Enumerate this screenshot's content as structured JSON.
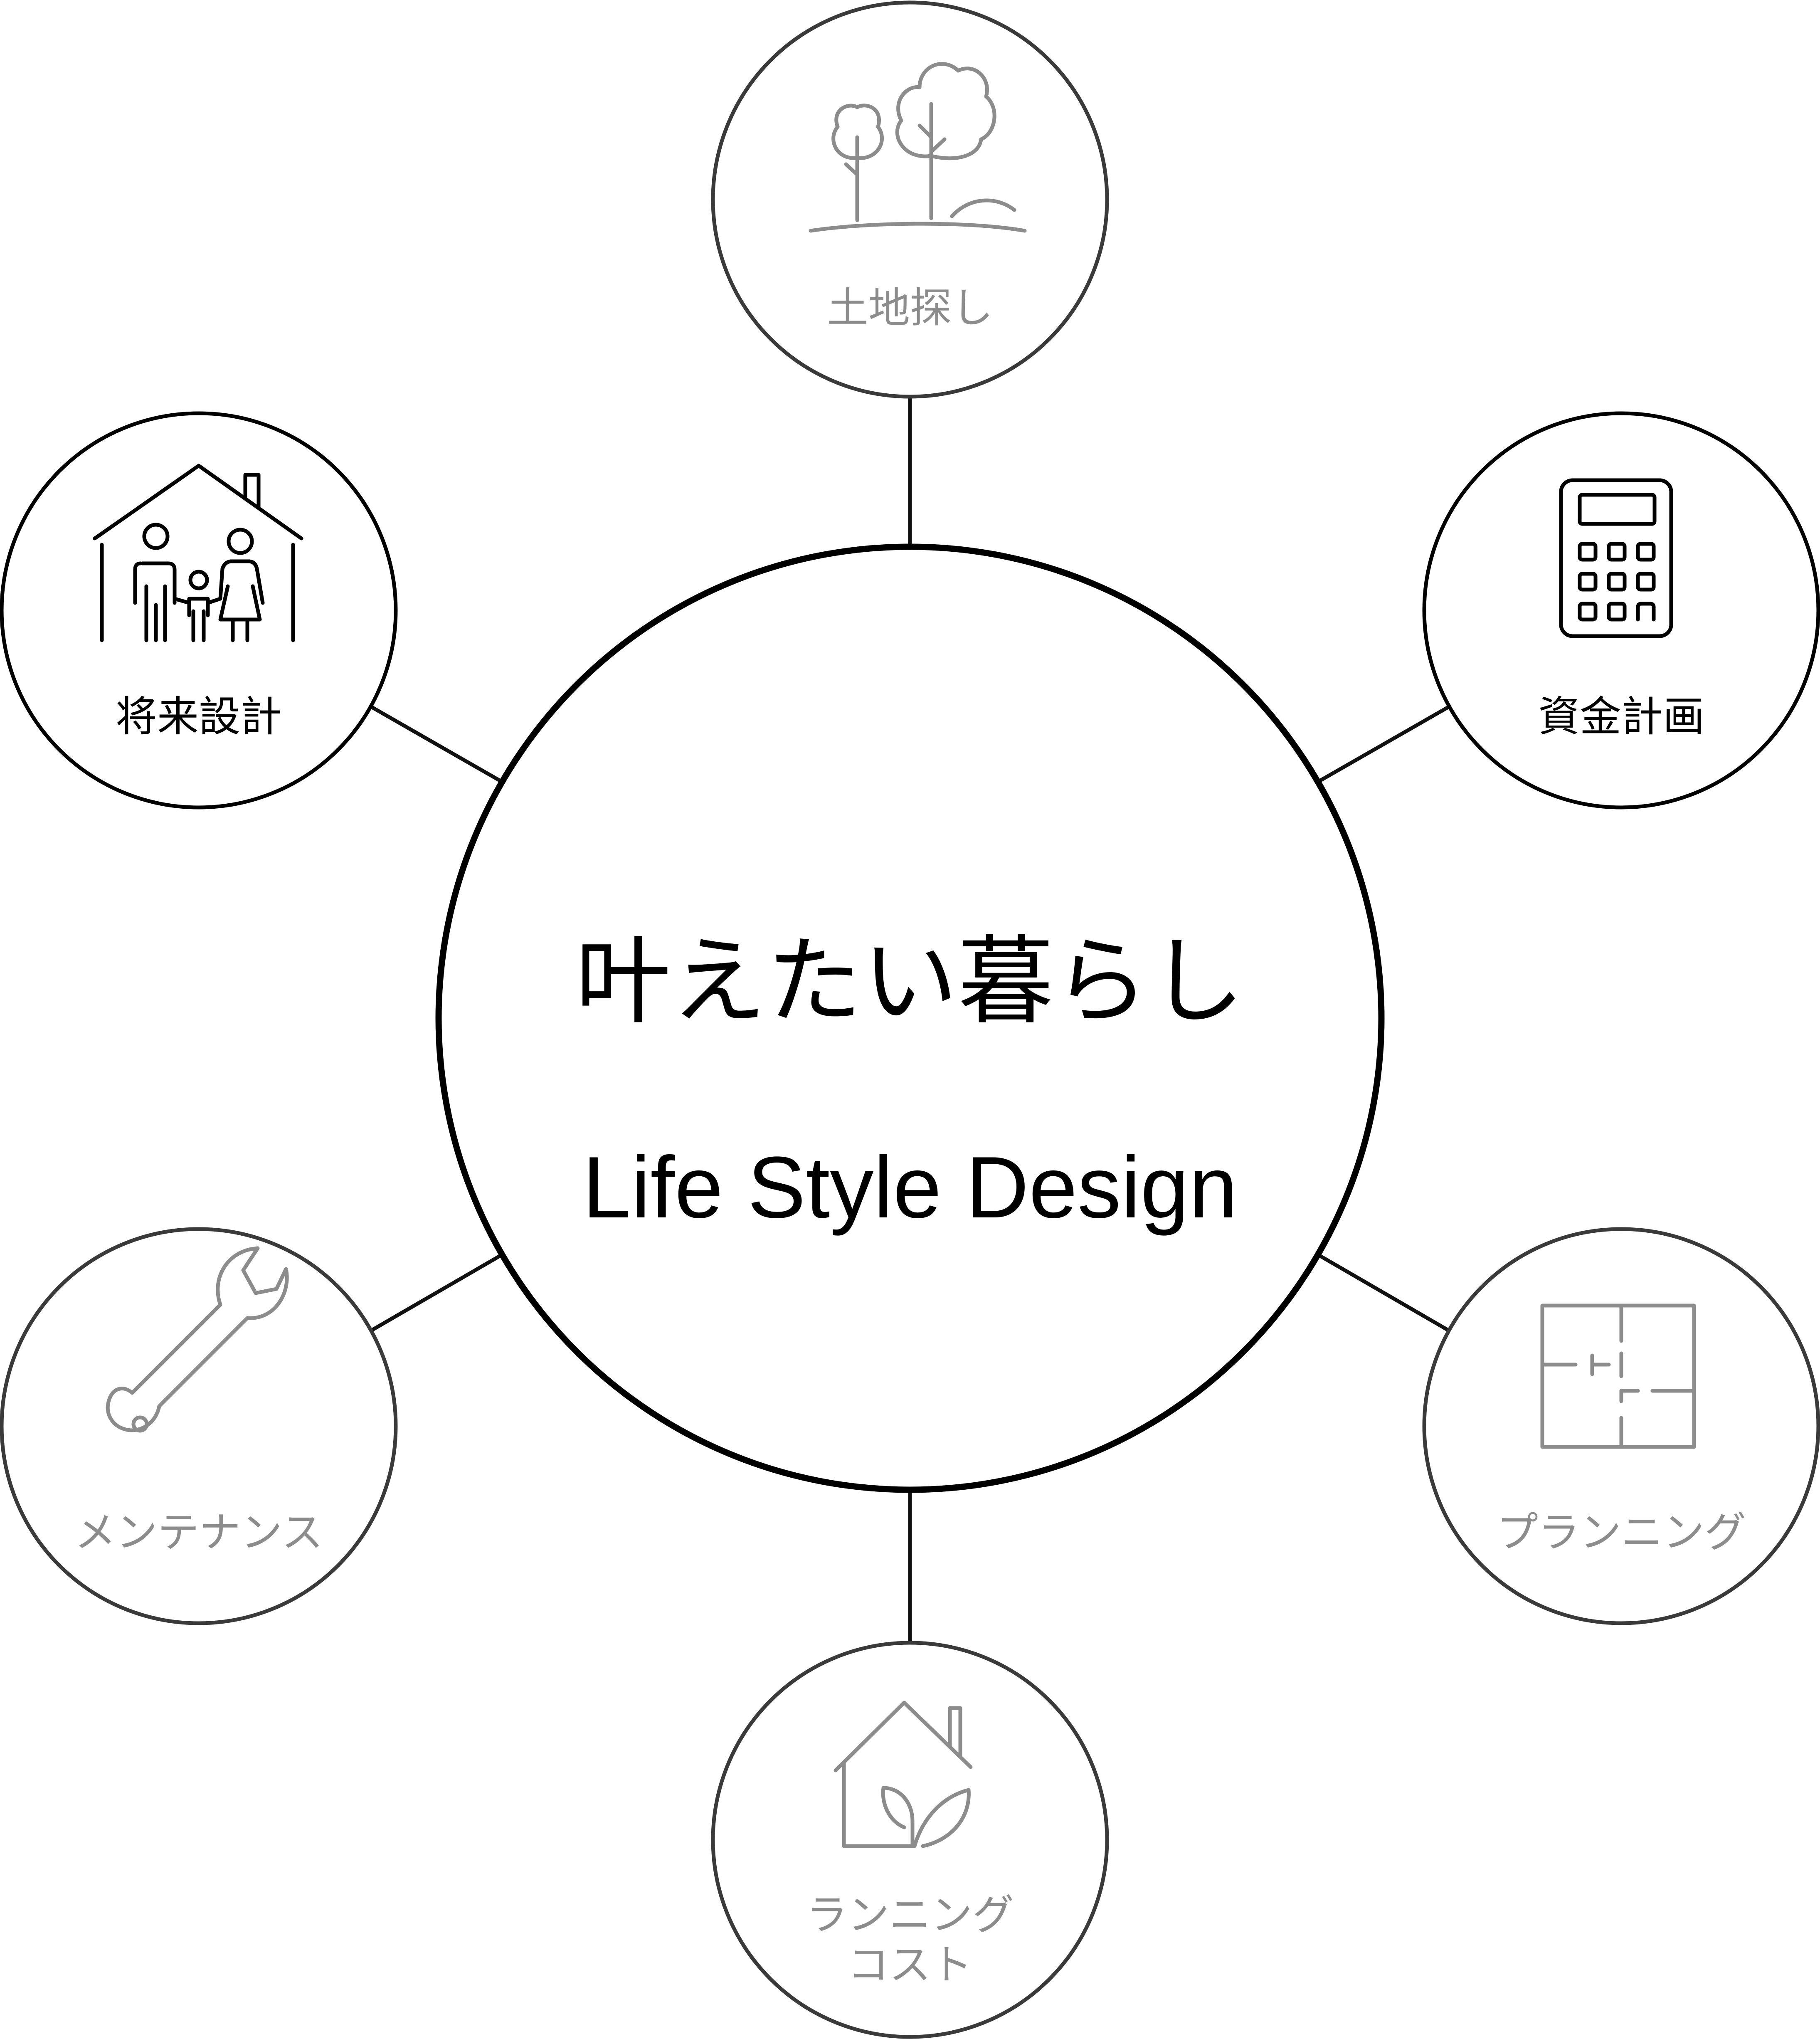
{
  "center": {
    "title_ja": "叶えたい暮らし",
    "title_en": "Life Style Design"
  },
  "nodes": [
    {
      "id": "land",
      "label": "土地探し",
      "icon": "trees-icon",
      "color": "#8c8c8c"
    },
    {
      "id": "finance",
      "label": "資金計画",
      "icon": "calculator-icon",
      "color": "#000000"
    },
    {
      "id": "planning",
      "label": "プランニング",
      "icon": "floor-plan-icon",
      "color": "#8c8c8c"
    },
    {
      "id": "running",
      "label_lines": [
        "ランニング",
        "コスト"
      ],
      "icon": "eco-house-icon",
      "color": "#8c8c8c"
    },
    {
      "id": "maintenance",
      "label": "メンテナンス",
      "icon": "wrench-icon",
      "color": "#8c8c8c"
    },
    {
      "id": "future",
      "label": "将来設計",
      "icon": "family-house-icon",
      "color": "#000000"
    }
  ],
  "colors": {
    "strong": "#000000",
    "muted": "#8c8c8c",
    "connector": "#111111"
  }
}
